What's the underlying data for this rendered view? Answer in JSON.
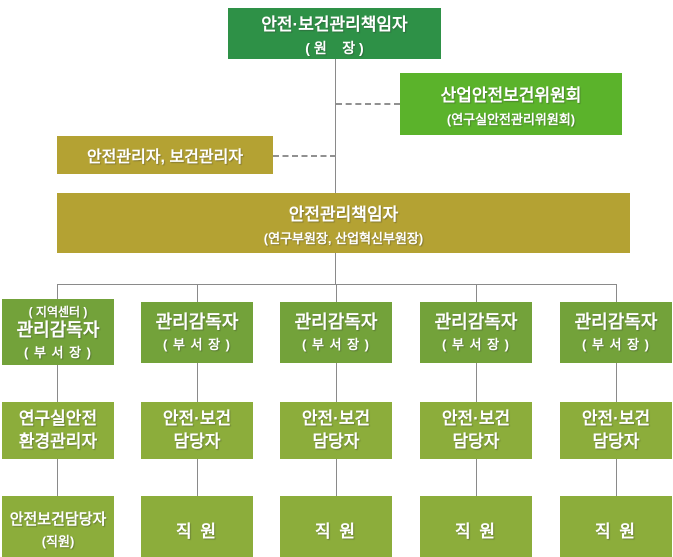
{
  "diagram": {
    "title": "safety-and-health-management-organization-chart",
    "colors": {
      "top_box": "#2e9147",
      "committee_box": "#5bb32b",
      "olive_box": "#b4a233",
      "supervisor_box": "#73a23a",
      "member_box": "#8cad3b",
      "line": "#8a8a8a",
      "dashed_line": "#919191",
      "text": "#ffffff",
      "background": "#ffffff"
    },
    "top": {
      "title": "안전·보건관리책임자",
      "subtitle": "( 원    장 )"
    },
    "committee": {
      "title": "산업안전보건위원회",
      "subtitle": "(연구실안전관리위원회)"
    },
    "managers": {
      "title": "안전관리자, 보건관리자"
    },
    "chief": {
      "title": "안전관리책임자",
      "subtitle": "(연구부원장, 산업혁신부원장)"
    },
    "columns": [
      {
        "supervisor_pre": "( 지역센터 )",
        "supervisor_title": "관리감독자",
        "supervisor_sub": "( 부 서 장 )",
        "officer_line1": "연구실안전",
        "officer_line2": "환경관리자",
        "staff_line1": "안전보건담당자",
        "staff_line2": "(직원)"
      },
      {
        "supervisor_title": "관리감독자",
        "supervisor_sub": "( 부 서 장 )",
        "officer_line1": "안전·보건",
        "officer_line2": "담당자",
        "staff_line1": "직 원"
      },
      {
        "supervisor_title": "관리감독자",
        "supervisor_sub": "( 부 서 장 )",
        "officer_line1": "안전·보건",
        "officer_line2": "담당자",
        "staff_line1": "직 원"
      },
      {
        "supervisor_title": "관리감독자",
        "supervisor_sub": "( 부 서 장 )",
        "officer_line1": "안전·보건",
        "officer_line2": "담당자",
        "staff_line1": "직 원"
      },
      {
        "supervisor_title": "관리감독자",
        "supervisor_sub": "( 부 서 장 )",
        "officer_line1": "안전·보건",
        "officer_line2": "담당자",
        "staff_line1": "직 원"
      }
    ]
  }
}
